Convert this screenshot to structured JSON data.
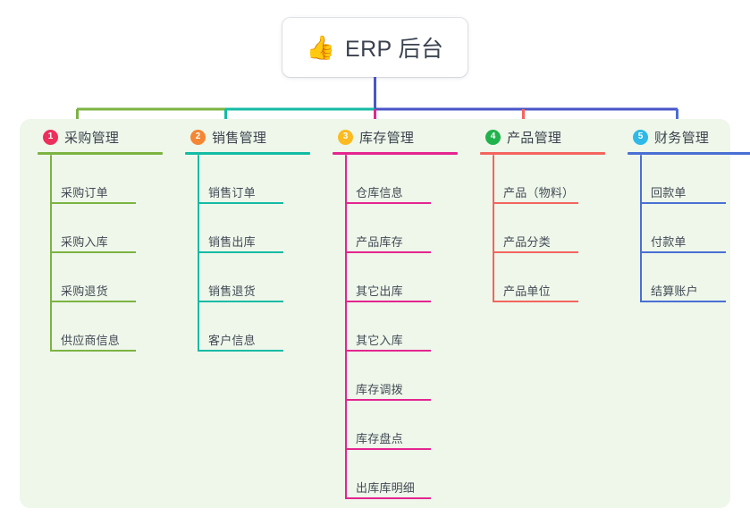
{
  "root": {
    "icon": "thumbs-up-icon",
    "icon_glyph": "👍",
    "title": "ERP 后台"
  },
  "board": {
    "background_color": "#eef7ea"
  },
  "connector": {
    "stem_color": "#4a55c8",
    "bus_segments": [
      {
        "color": "#7cb342"
      },
      {
        "color": "#14bba4"
      },
      {
        "color": "#4a55c8"
      }
    ]
  },
  "columns": [
    {
      "number": "1",
      "badge_color": "#ed2f5b",
      "title": "采购管理",
      "line_color": "#7cb342",
      "drop_color": "#7cb342",
      "items": [
        {
          "label": "采购订单"
        },
        {
          "label": "采购入库"
        },
        {
          "label": "采购退货"
        },
        {
          "label": "供应商信息"
        }
      ]
    },
    {
      "number": "2",
      "badge_color": "#f58634",
      "title": "销售管理",
      "line_color": "#14bba4",
      "drop_color": "#14bba4",
      "items": [
        {
          "label": "销售订单"
        },
        {
          "label": "销售出库"
        },
        {
          "label": "销售退货"
        },
        {
          "label": "客户信息"
        }
      ]
    },
    {
      "number": "3",
      "badge_color": "#fbbb21",
      "title": "库存管理",
      "line_color": "#e4258f",
      "drop_color": "#e4258f",
      "items": [
        {
          "label": "仓库信息"
        },
        {
          "label": "产品库存"
        },
        {
          "label": "其它出库"
        },
        {
          "label": "其它入库"
        },
        {
          "label": "库存调拨"
        },
        {
          "label": "库存盘点"
        },
        {
          "label": "出库库明细"
        }
      ]
    },
    {
      "number": "4",
      "badge_color": "#22b24c",
      "title": "产品管理",
      "line_color": "#f4645f",
      "drop_color": "#f4645f",
      "items": [
        {
          "label": "产品（物料）"
        },
        {
          "label": "产品分类"
        },
        {
          "label": "产品单位"
        }
      ]
    },
    {
      "number": "5",
      "badge_color": "#2eb9e8",
      "title": "财务管理",
      "line_color": "#4a6fd4",
      "drop_color": "#4a6fd4",
      "items": [
        {
          "label": "回款单"
        },
        {
          "label": "付款单"
        },
        {
          "label": "结算账户"
        }
      ]
    }
  ]
}
